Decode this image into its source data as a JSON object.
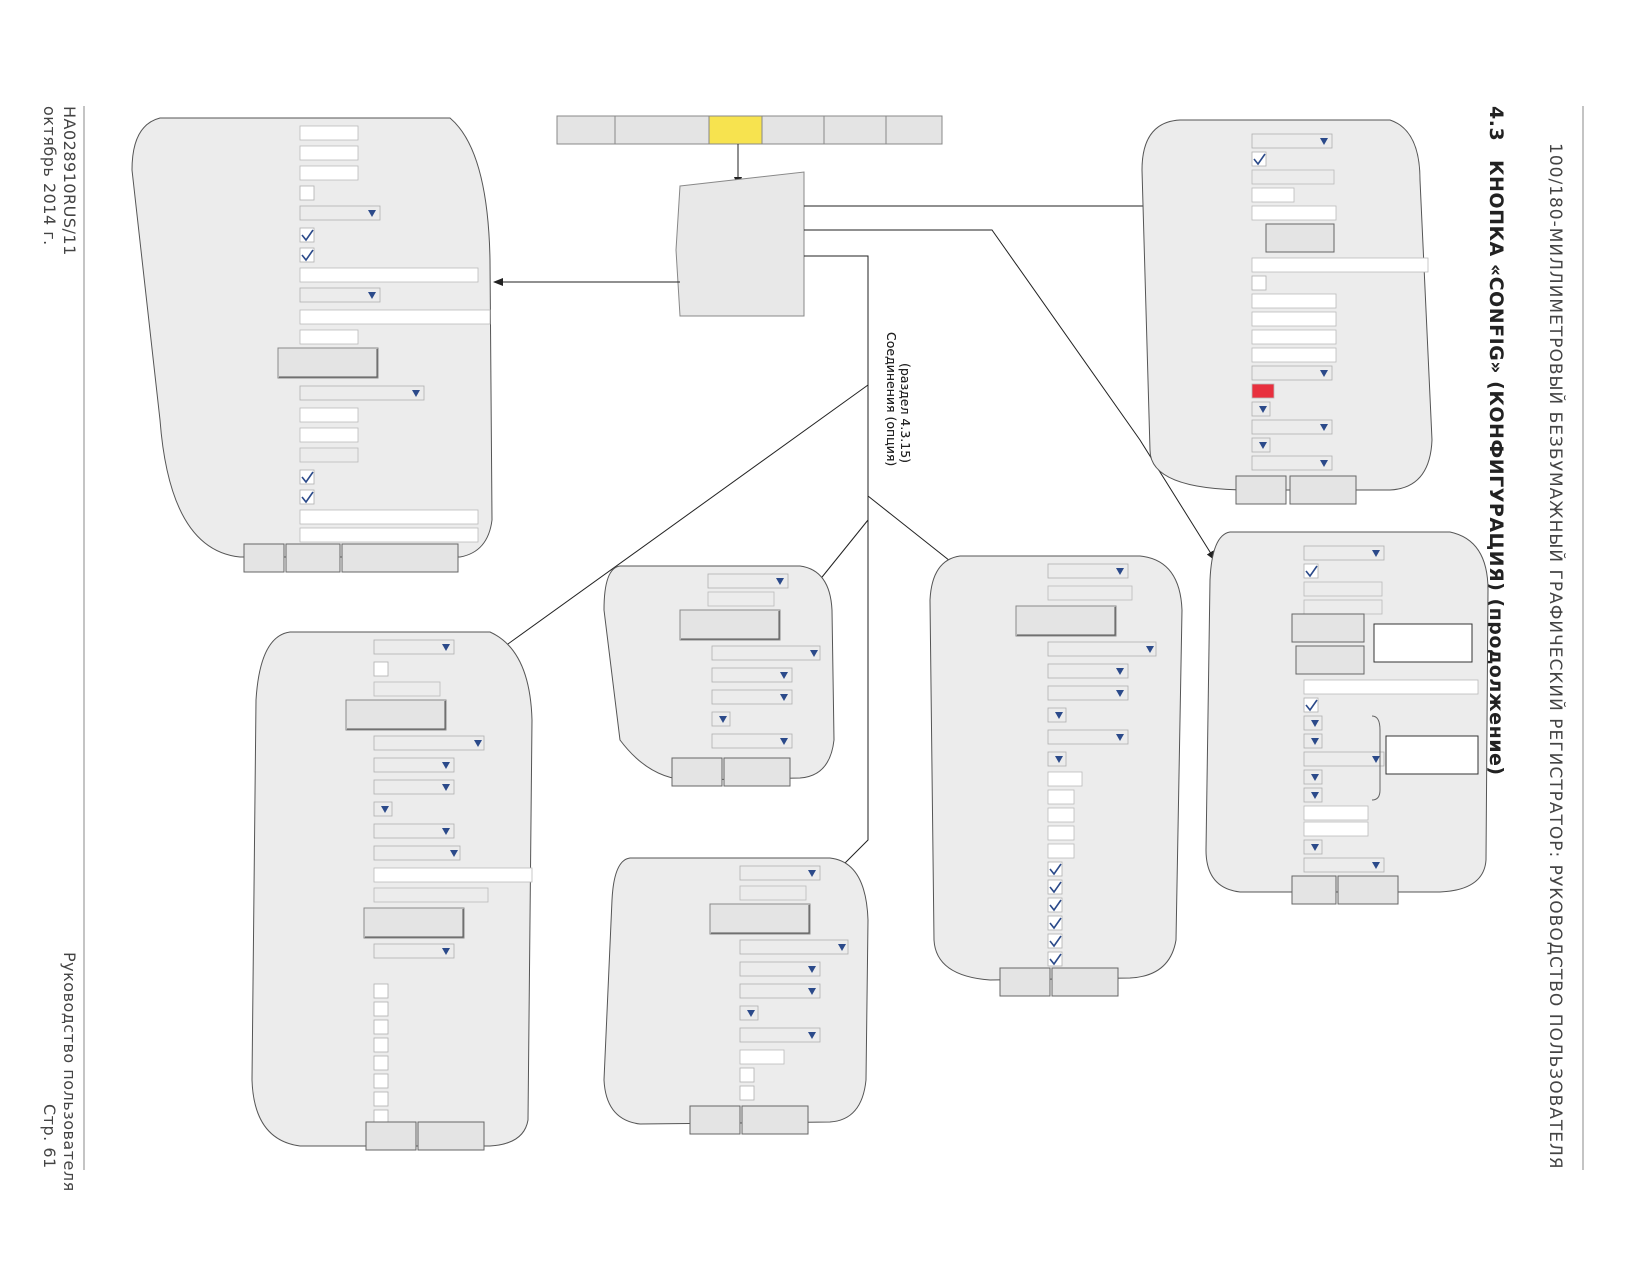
{
  "header": {
    "running_title": "100/180-МИЛЛИМЕТРОВЫЙ БЕЗБУМАЖНЫЙ ГРАФИЧЕСКИЙ РЕГИСТРАТОР: РУКОВОДСТВО ПОЛЬЗОВАТЕЛЯ"
  },
  "section": {
    "number": "4.3",
    "title": "КНОПКА «CONFIG» (КОНФИГУРАЦИЯ) (продолжение)"
  },
  "diagram": {
    "note_line1": "Соединения (опция)",
    "note_line2": "(раздел 4.3.15)",
    "colors": {
      "panel_fill": "#ececec",
      "highlight_tab": "#f7e34f",
      "red_swatch": "#e8303e",
      "dropdown_arrow": "#2b4a8a",
      "check": "#2b4a8a"
    }
  },
  "footer": {
    "doc_code": "HA028910RUS/11",
    "date": "октябрь 2014 г.",
    "manual": "Руководство пользователя",
    "page": "Стр. 61"
  }
}
